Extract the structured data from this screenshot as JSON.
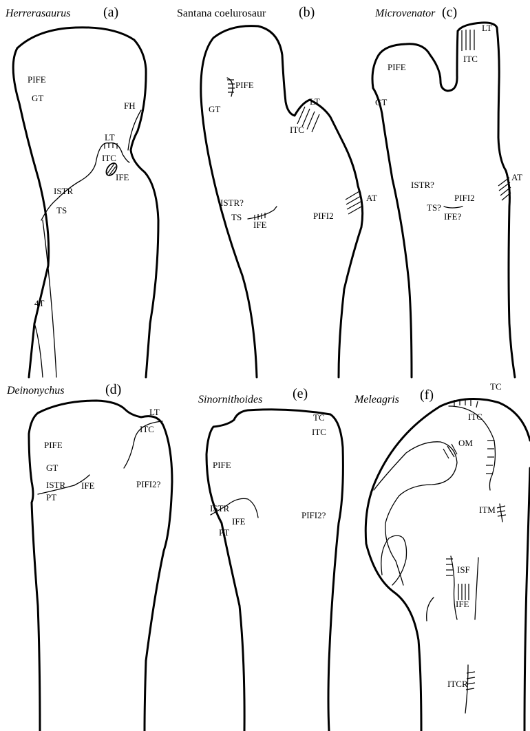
{
  "panels": [
    {
      "title": "Herrerasaurus",
      "letter": "(a)",
      "labels": {
        "pife": "PIFE",
        "gt": "GT",
        "fh": "FH",
        "lt": "LT",
        "itc": "ITC",
        "ife": "IFE",
        "istr": "ISTR",
        "ts": "TS",
        "t4": "4T"
      }
    },
    {
      "title": "Santana coelurosaur",
      "letter": "(b)",
      "labels": {
        "pife": "PIFE",
        "gt": "GT",
        "lt": "LT",
        "itc": "ITC",
        "istr": "ISTR?",
        "ts": "TS",
        "ife": "IFE",
        "at": "AT",
        "pifi2": "PIFI2"
      }
    },
    {
      "title": "Microvenator",
      "letter": "(c)",
      "labels": {
        "lt": "LT",
        "itc": "ITC",
        "pife": "PIFE",
        "gt": "GT",
        "istr": "ISTR?",
        "at": "AT",
        "pifi2": "PIFI2",
        "ts": "TS?",
        "ife": "IFE?"
      }
    },
    {
      "title": "Deinonychus",
      "letter": "(d)",
      "labels": {
        "lt": "LT",
        "itc": "ITC",
        "pife": "PIFE",
        "gt": "GT",
        "istr": "ISTR",
        "pt": "PT",
        "ife": "IFE",
        "pifi2": "PIFI2?"
      }
    },
    {
      "title": "Sinornithoides",
      "letter": "(e)",
      "labels": {
        "tc": "TC",
        "itc": "ITC",
        "pife": "PIFE",
        "istr": "ISTR",
        "ife": "IFE",
        "pt": "PT",
        "pifi2": "PIFI2?"
      }
    },
    {
      "title": "Meleagris",
      "letter": "(f)",
      "labels": {
        "tc": "TC",
        "itc": "ITC",
        "om": "OM",
        "itm": "ITM",
        "isf": "ISF",
        "ife": "IFE",
        "itcr": "ITCR"
      }
    }
  ]
}
